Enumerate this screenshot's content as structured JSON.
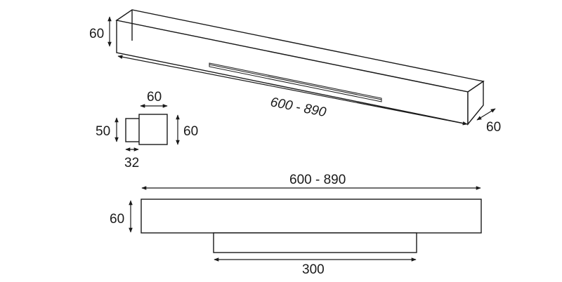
{
  "iso_view": {
    "height_label": "60",
    "length_label": "600 - 890",
    "depth_label": "60"
  },
  "end_view": {
    "width_label": "60",
    "left_height_label": "50",
    "right_height_label": "60",
    "bottom_label": "32"
  },
  "front_view": {
    "length_label": "600 - 890",
    "height_label": "60",
    "plate_label": "300"
  }
}
